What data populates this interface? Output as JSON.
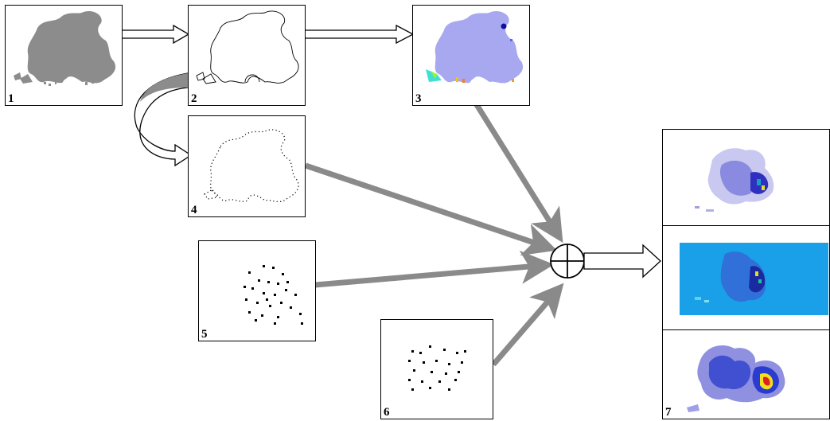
{
  "panels": [
    {
      "id": "1",
      "label": "1"
    },
    {
      "id": "2",
      "label": "2"
    },
    {
      "id": "3",
      "label": "3"
    },
    {
      "id": "4",
      "label": "4"
    },
    {
      "id": "5",
      "label": "5"
    },
    {
      "id": "6",
      "label": "6"
    },
    {
      "id": "7",
      "label": "7"
    }
  ],
  "colors": {
    "gray_shape": "#8c8c8c",
    "lavender_shape": "#a8a8f0",
    "gray_arrow": "#8a8a8a",
    "cyan_background": "#1aa0e8",
    "blue_heat": "#2a3bd0",
    "red_heat": "#e02020",
    "yellow_heat": "#f0e020"
  },
  "icons": {
    "combine": "circle-plus-icon"
  }
}
